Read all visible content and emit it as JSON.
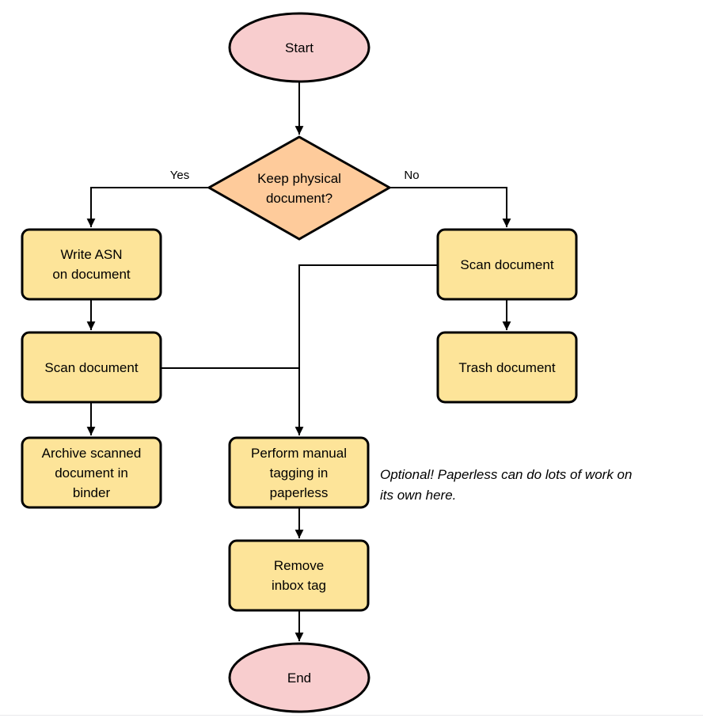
{
  "diagram": {
    "colors": {
      "terminal_fill": "#F8CDCE",
      "decision_fill": "#FECB9B",
      "process_fill": "#FDE499",
      "stroke": "#000000"
    },
    "nodes": {
      "start": {
        "label": "Start"
      },
      "decision": {
        "label": "Keep physical\ndocument?"
      },
      "write_asn": {
        "label": "Write ASN\non document"
      },
      "scan_left": {
        "label": "Scan document"
      },
      "archive": {
        "label": "Archive scanned\ndocument in\nbinder"
      },
      "scan_right": {
        "label": "Scan document"
      },
      "trash": {
        "label": "Trash document"
      },
      "tagging": {
        "label": "Perform manual\ntagging in\npaperless"
      },
      "remove_inbox": {
        "label": "Remove\ninbox tag"
      },
      "end": {
        "label": "End"
      }
    },
    "edge_labels": {
      "yes": "Yes",
      "no": "No"
    },
    "note": "Optional! Paperless can do lots of work on\nits own here."
  }
}
